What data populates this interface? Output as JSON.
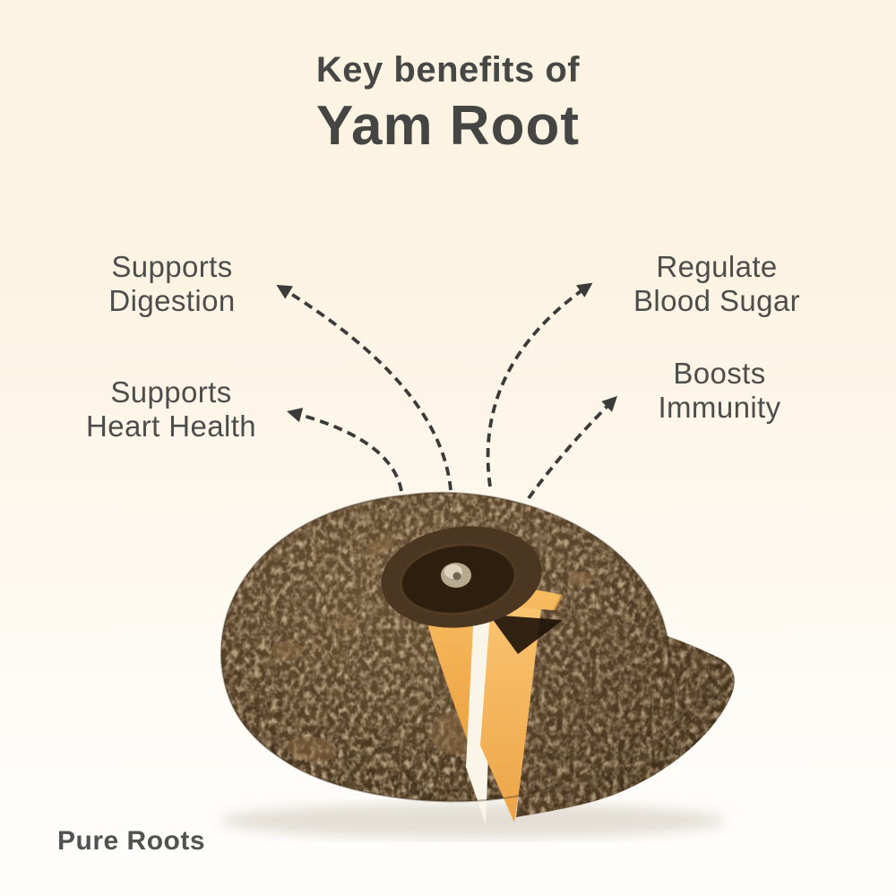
{
  "title": {
    "kicker": "Key benefits of",
    "product": "Yam Root"
  },
  "benefits": [
    {
      "label": "Supports Digestion",
      "lines": [
        "Supports",
        "Digestion"
      ]
    },
    {
      "label": "Regulate Blood Sugar",
      "lines": [
        "Regulate",
        "Blood Sugar"
      ]
    },
    {
      "label": "Supports Heart Health",
      "lines": [
        "Supports",
        "Heart Health"
      ]
    },
    {
      "label": "Boosts Immunity",
      "lines": [
        "Boosts",
        "Immunity"
      ]
    }
  ],
  "brand": {
    "name": "Pure Roots"
  },
  "illustration": {
    "name": "yam-root-photo",
    "description": "Whole dark-brown yam root with a wedge cut out revealing orange flesh"
  },
  "colors": {
    "background_top": "#fdf3e2",
    "background_bottom": "#fffefd",
    "heading_text": "#474746",
    "label_text": "#4d4d4b",
    "arrow": "#3b3b39",
    "yam_skin": "#59432c",
    "yam_flesh": "#f2ae54"
  }
}
